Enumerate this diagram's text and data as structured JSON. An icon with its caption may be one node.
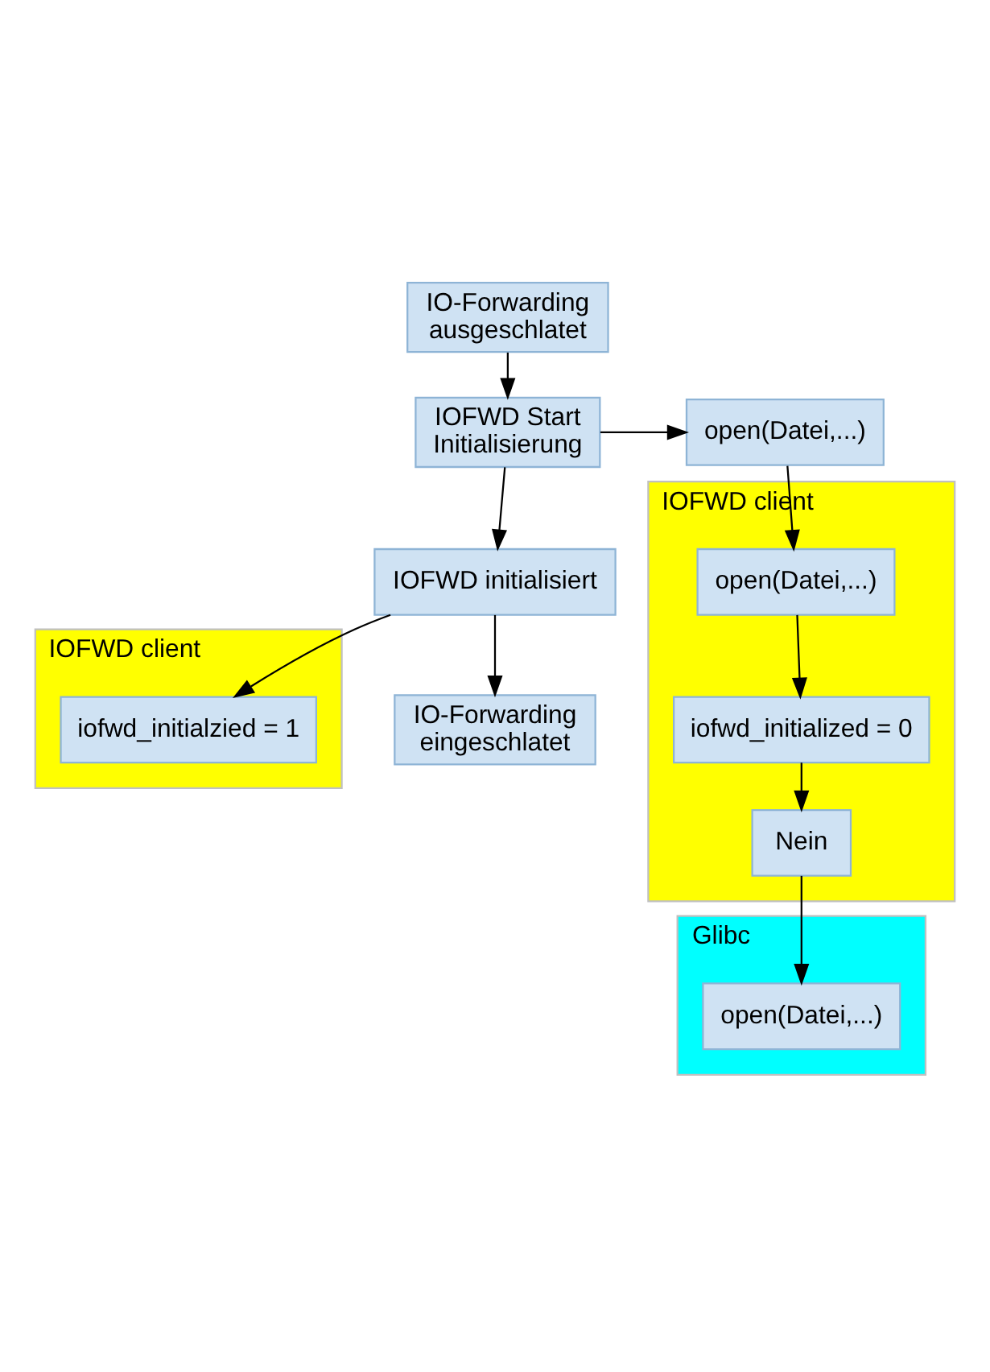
{
  "diagram": {
    "nodes": [
      {
        "text": [
          "IO-Forwarding ausgeschlatet"
        ]
      },
      {
        "text": [
          "IOFWD Start Initialisierung"
        ]
      },
      {
        "text": [
          "open(Datei,...)"
        ]
      },
      {
        "text": [
          "IOFWD client"
        ]
      },
      {
        "text": [
          "open(Datei,...)"
        ],
        "in": 3
      },
      {
        "text": [
          "iofwd_initialized = 0"
        ],
        "in": 3
      },
      {
        "text": [
          "Nein"
        ],
        "in": 3
      },
      {
        "text": [
          "Glibc"
        ]
      },
      {
        "text": [
          "open(Datei,...)"
        ],
        "in": 7
      },
      {
        "text": [
          "IOFWD initialisiert"
        ]
      },
      {
        "text": [
          "IOFWD client"
        ]
      },
      {
        "text": [
          "iofwd_initialzied = 1"
        ],
        "in": 10
      },
      {
        "text": [
          "IO-Forwarding eingeschlatet"
        ]
      }
    ],
    "edges": [
      {
        "from": 0,
        "to": 1,
        "arrow": "to"
      },
      {
        "from": 1,
        "to": 2,
        "arrow": "to"
      },
      {
        "from": 2,
        "to": 4,
        "arrow": "to"
      },
      {
        "from": 4,
        "to": 5,
        "arrow": "to"
      },
      {
        "from": 5,
        "to": 6,
        "arrow": "to"
      },
      {
        "from": 6,
        "to": 8,
        "arrow": "to"
      },
      {
        "from": 1,
        "to": 9,
        "arrow": "to"
      },
      {
        "from": 9,
        "to": 11,
        "arrow": "to"
      },
      {
        "from": 9,
        "to": 12,
        "arrow": "to"
      }
    ]
  }
}
